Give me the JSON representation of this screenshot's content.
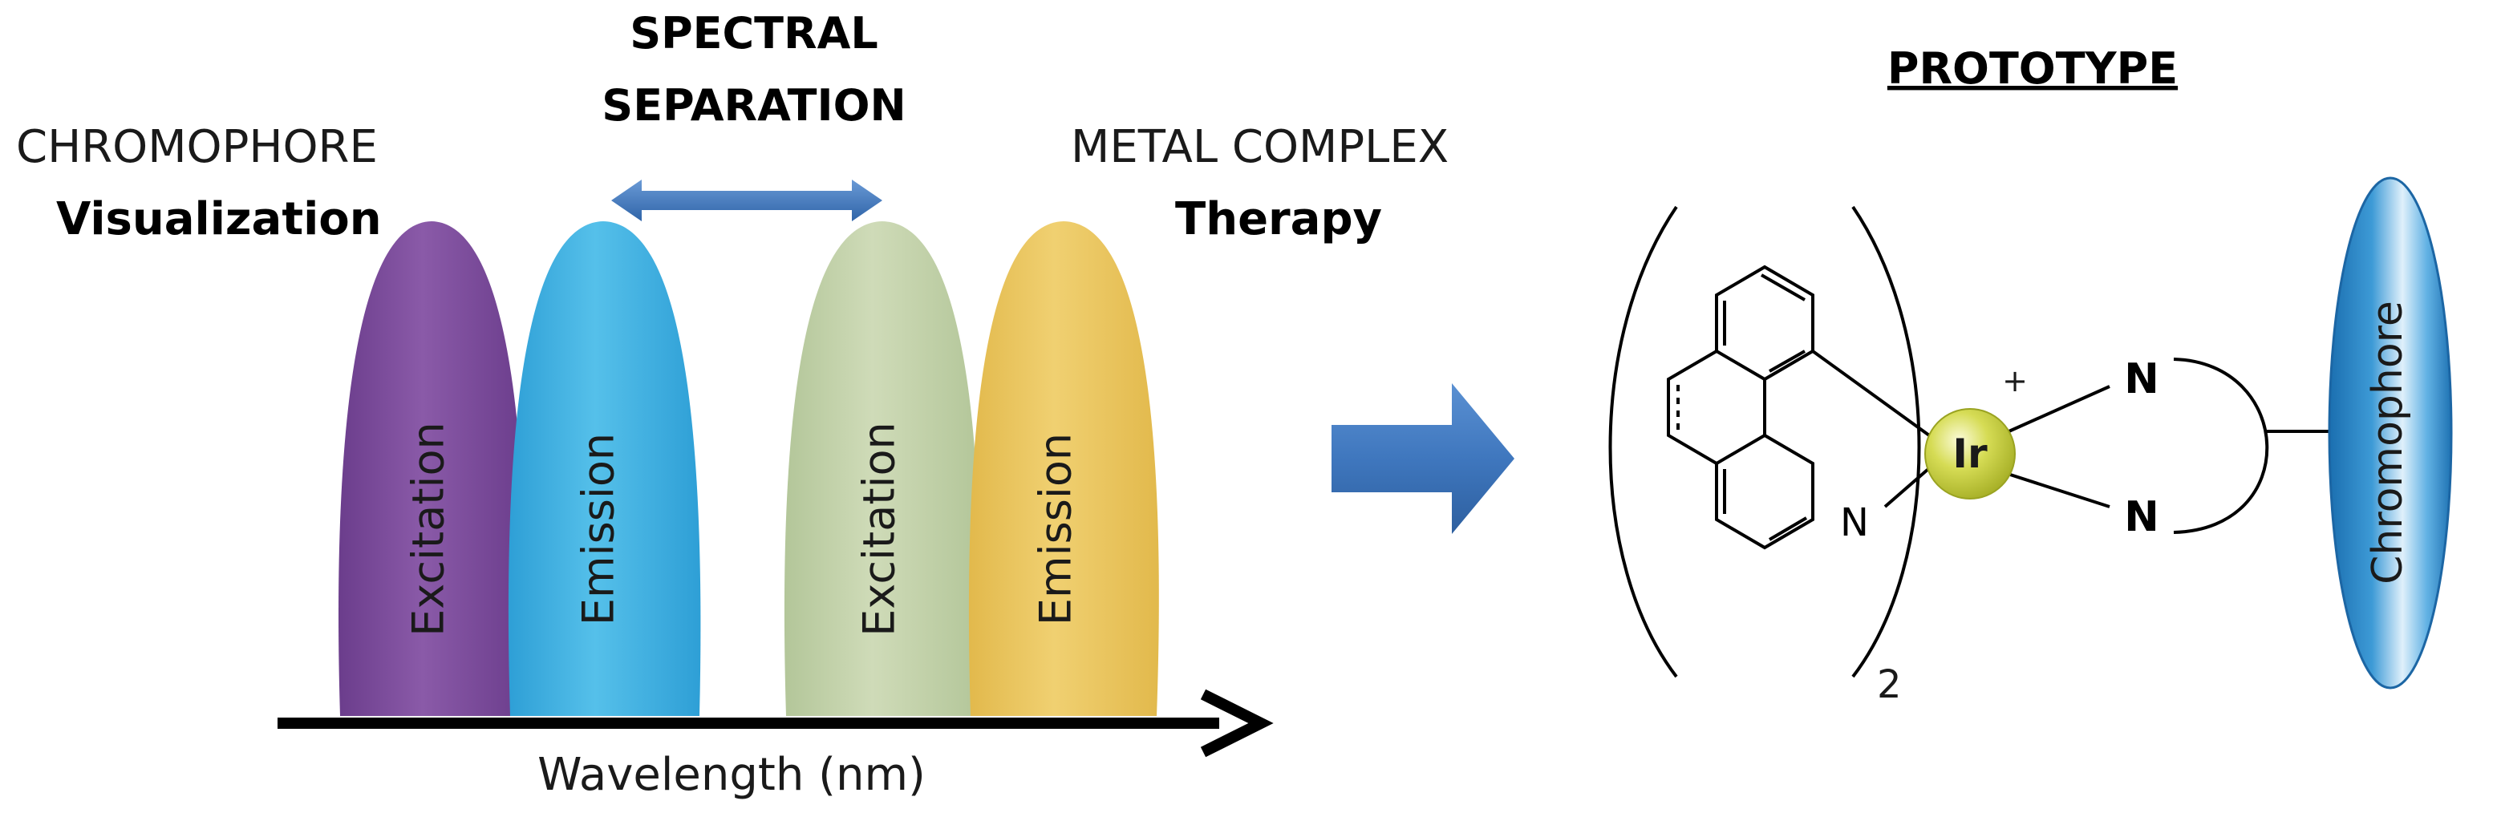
{
  "left_panel": {
    "chromophore_heading": "CHROMOPHORE",
    "chromophore_role": "Visualization",
    "separation_line1": "SPECTRAL",
    "separation_line2": "SEPARATION",
    "metal_heading": "METAL COMPLEX",
    "metal_role": "Therapy",
    "axis_label": "Wavelength (nm)",
    "peaks": [
      {
        "label": "Excitation",
        "color": "#7f4f9f"
      },
      {
        "label": "Emission",
        "color": "#4bb6e3"
      },
      {
        "label": "Excitation",
        "color": "#c5d3ab"
      },
      {
        "label": "Emission",
        "color": "#ecc966"
      }
    ]
  },
  "right_panel": {
    "title": "PROTOTYPE",
    "metal_symbol": "Ir",
    "charge": "+",
    "ring_nitrogen": "N",
    "ligand_n_top": "N",
    "ligand_n_bottom": "N",
    "subscript": "2",
    "chromophore_label": "Chromophore",
    "metal_color": "#cfd64a",
    "chromophore_color": "#2c86c6"
  },
  "arrow_color": "#3f77be"
}
